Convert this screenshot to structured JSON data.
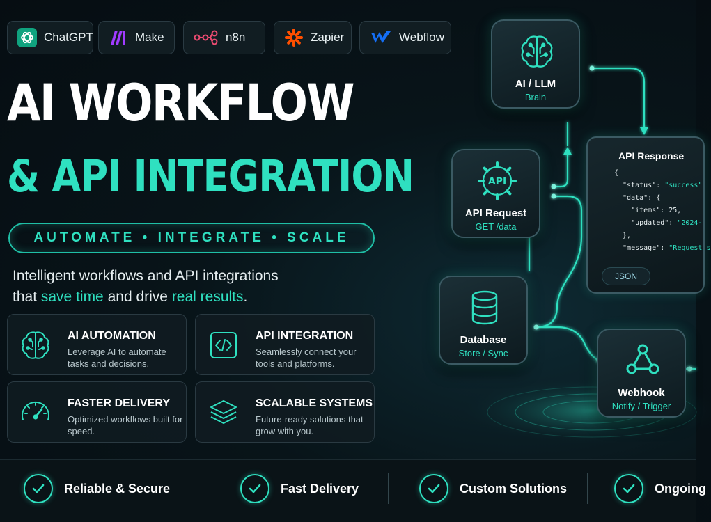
{
  "tools": [
    {
      "name": "ChatGPT",
      "icon": "chatgpt-logo"
    },
    {
      "name": "Make",
      "icon": "make-logo"
    },
    {
      "name": "n8n",
      "icon": "n8n-logo"
    },
    {
      "name": "Zapier",
      "icon": "zapier-logo"
    },
    {
      "name": "Webflow",
      "icon": "webflow-logo"
    }
  ],
  "headline": {
    "line1": "AI WORKFLOW",
    "line2": "& API INTEGRATION"
  },
  "tagline": "AUTOMATE • INTEGRATE • SCALE",
  "description": {
    "line1": "Intelligent workflows and API integrations",
    "part2_prefix": "that ",
    "accent1": "save time",
    "part2_middle": " and drive ",
    "accent2": "real results",
    "part2_suffix": "."
  },
  "cards": [
    {
      "title": "AI AUTOMATION",
      "text": "Leverage AI to automate tasks and decisions.",
      "icon": "brain-icon"
    },
    {
      "title": "API INTEGRATION",
      "text": "Seamlessly connect your tools and platforms.",
      "icon": "code-icon"
    },
    {
      "title": "FASTER DELIVERY",
      "text": "Optimized workflows built for speed.",
      "icon": "speedometer-icon"
    },
    {
      "title": "SCALABLE SYSTEMS",
      "text": "Future-ready solutions that grow with you.",
      "icon": "layers-icon"
    }
  ],
  "nodes": {
    "ai": {
      "title": "AI / LLM",
      "sub": "Brain",
      "icon": "brain-icon"
    },
    "api": {
      "title": "API Request",
      "sub": "GET /data",
      "icon": "api-gear-icon",
      "icon_text": "API"
    },
    "db": {
      "title": "Database",
      "sub": "Store / Sync",
      "icon": "database-icon"
    },
    "webhook": {
      "title": "Webhook",
      "sub": "Notify / Trigger",
      "icon": "webhook-icon"
    }
  },
  "api_response": {
    "title": "API Response",
    "code": {
      "l1": "{",
      "l2k": "  \"status\": ",
      "l2v": "\"success\"",
      "l3k": "  \"data\": {",
      "l4k": "    \"items\": 25,",
      "l5k": "    \"updated\": ",
      "l5v": "\"2024-",
      "l6k": "  },",
      "l7k": "  \"message\": ",
      "l7v": "\"Request s"
    },
    "badge": "JSON"
  },
  "features": [
    {
      "label": "Reliable & Secure",
      "icon": "check-circle-icon"
    },
    {
      "label": "Fast Delivery",
      "icon": "check-circle-icon"
    },
    {
      "label": "Custom Solutions",
      "icon": "check-circle-icon"
    },
    {
      "label": "Ongoing",
      "icon": "check-circle-icon"
    }
  ],
  "colors": {
    "accent": "#2fe0c0",
    "background": "#081419",
    "make_purple": "#8a3ffc",
    "n8n_pink": "#ea4b71",
    "zapier_orange": "#ff4f00",
    "webflow_blue": "#146ef5",
    "chatgpt_green": "#10a37f"
  }
}
